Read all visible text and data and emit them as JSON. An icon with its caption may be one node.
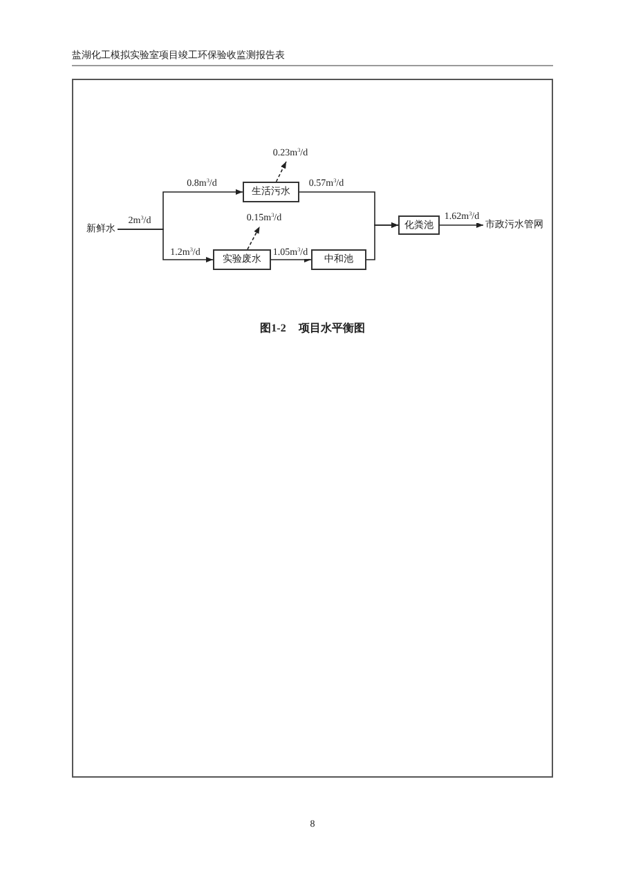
{
  "diagram": {
    "caption": "图1-2 项目水平衡图",
    "nodes": [
      {
        "text": [
          "新鲜水"
        ]
      },
      {
        "text": [
          "生活污水"
        ]
      },
      {
        "text": [
          "0.23m$^{3}$/d"
        ]
      },
      {
        "text": [
          "实验废水"
        ]
      },
      {
        "text": [
          "0.15m$^{3}$/d"
        ]
      },
      {
        "text": [
          "中和池"
        ]
      },
      {
        "text": [
          "化粪池"
        ]
      },
      {
        "text": [
          "市政污水管网"
        ]
      }
    ],
    "edges": [
      {
        "from": 0,
        "to": 1,
        "arrow": "to",
        "label": "0.8m$^{3}$/d"
      },
      {
        "from": 0,
        "to": 3,
        "arrow": "to",
        "label": "1.2m$^{3}$/d"
      },
      {
        "from": 1,
        "to": 2,
        "arrow": "to",
        "style": "dashed"
      },
      {
        "from": 1,
        "to": 6,
        "arrow": "to",
        "label": "0.57m$^{3}$/d"
      },
      {
        "from": 3,
        "to": 4,
        "arrow": "to",
        "style": "dashed"
      },
      {
        "from": 3,
        "to": 5,
        "arrow": "to",
        "label": "1.05m$^{3}$/d"
      },
      {
        "from": 5,
        "to": 6,
        "arrow": "to"
      },
      {
        "from": 6,
        "to": 7,
        "arrow": "to",
        "label": "1.62m$^{3}$/d"
      }
    ],
    "labels": [
      "盐湖化工模拟实验室项目竣工环保验收监测报告表",
      "2m$^{3}$/d",
      "8"
    ]
  }
}
